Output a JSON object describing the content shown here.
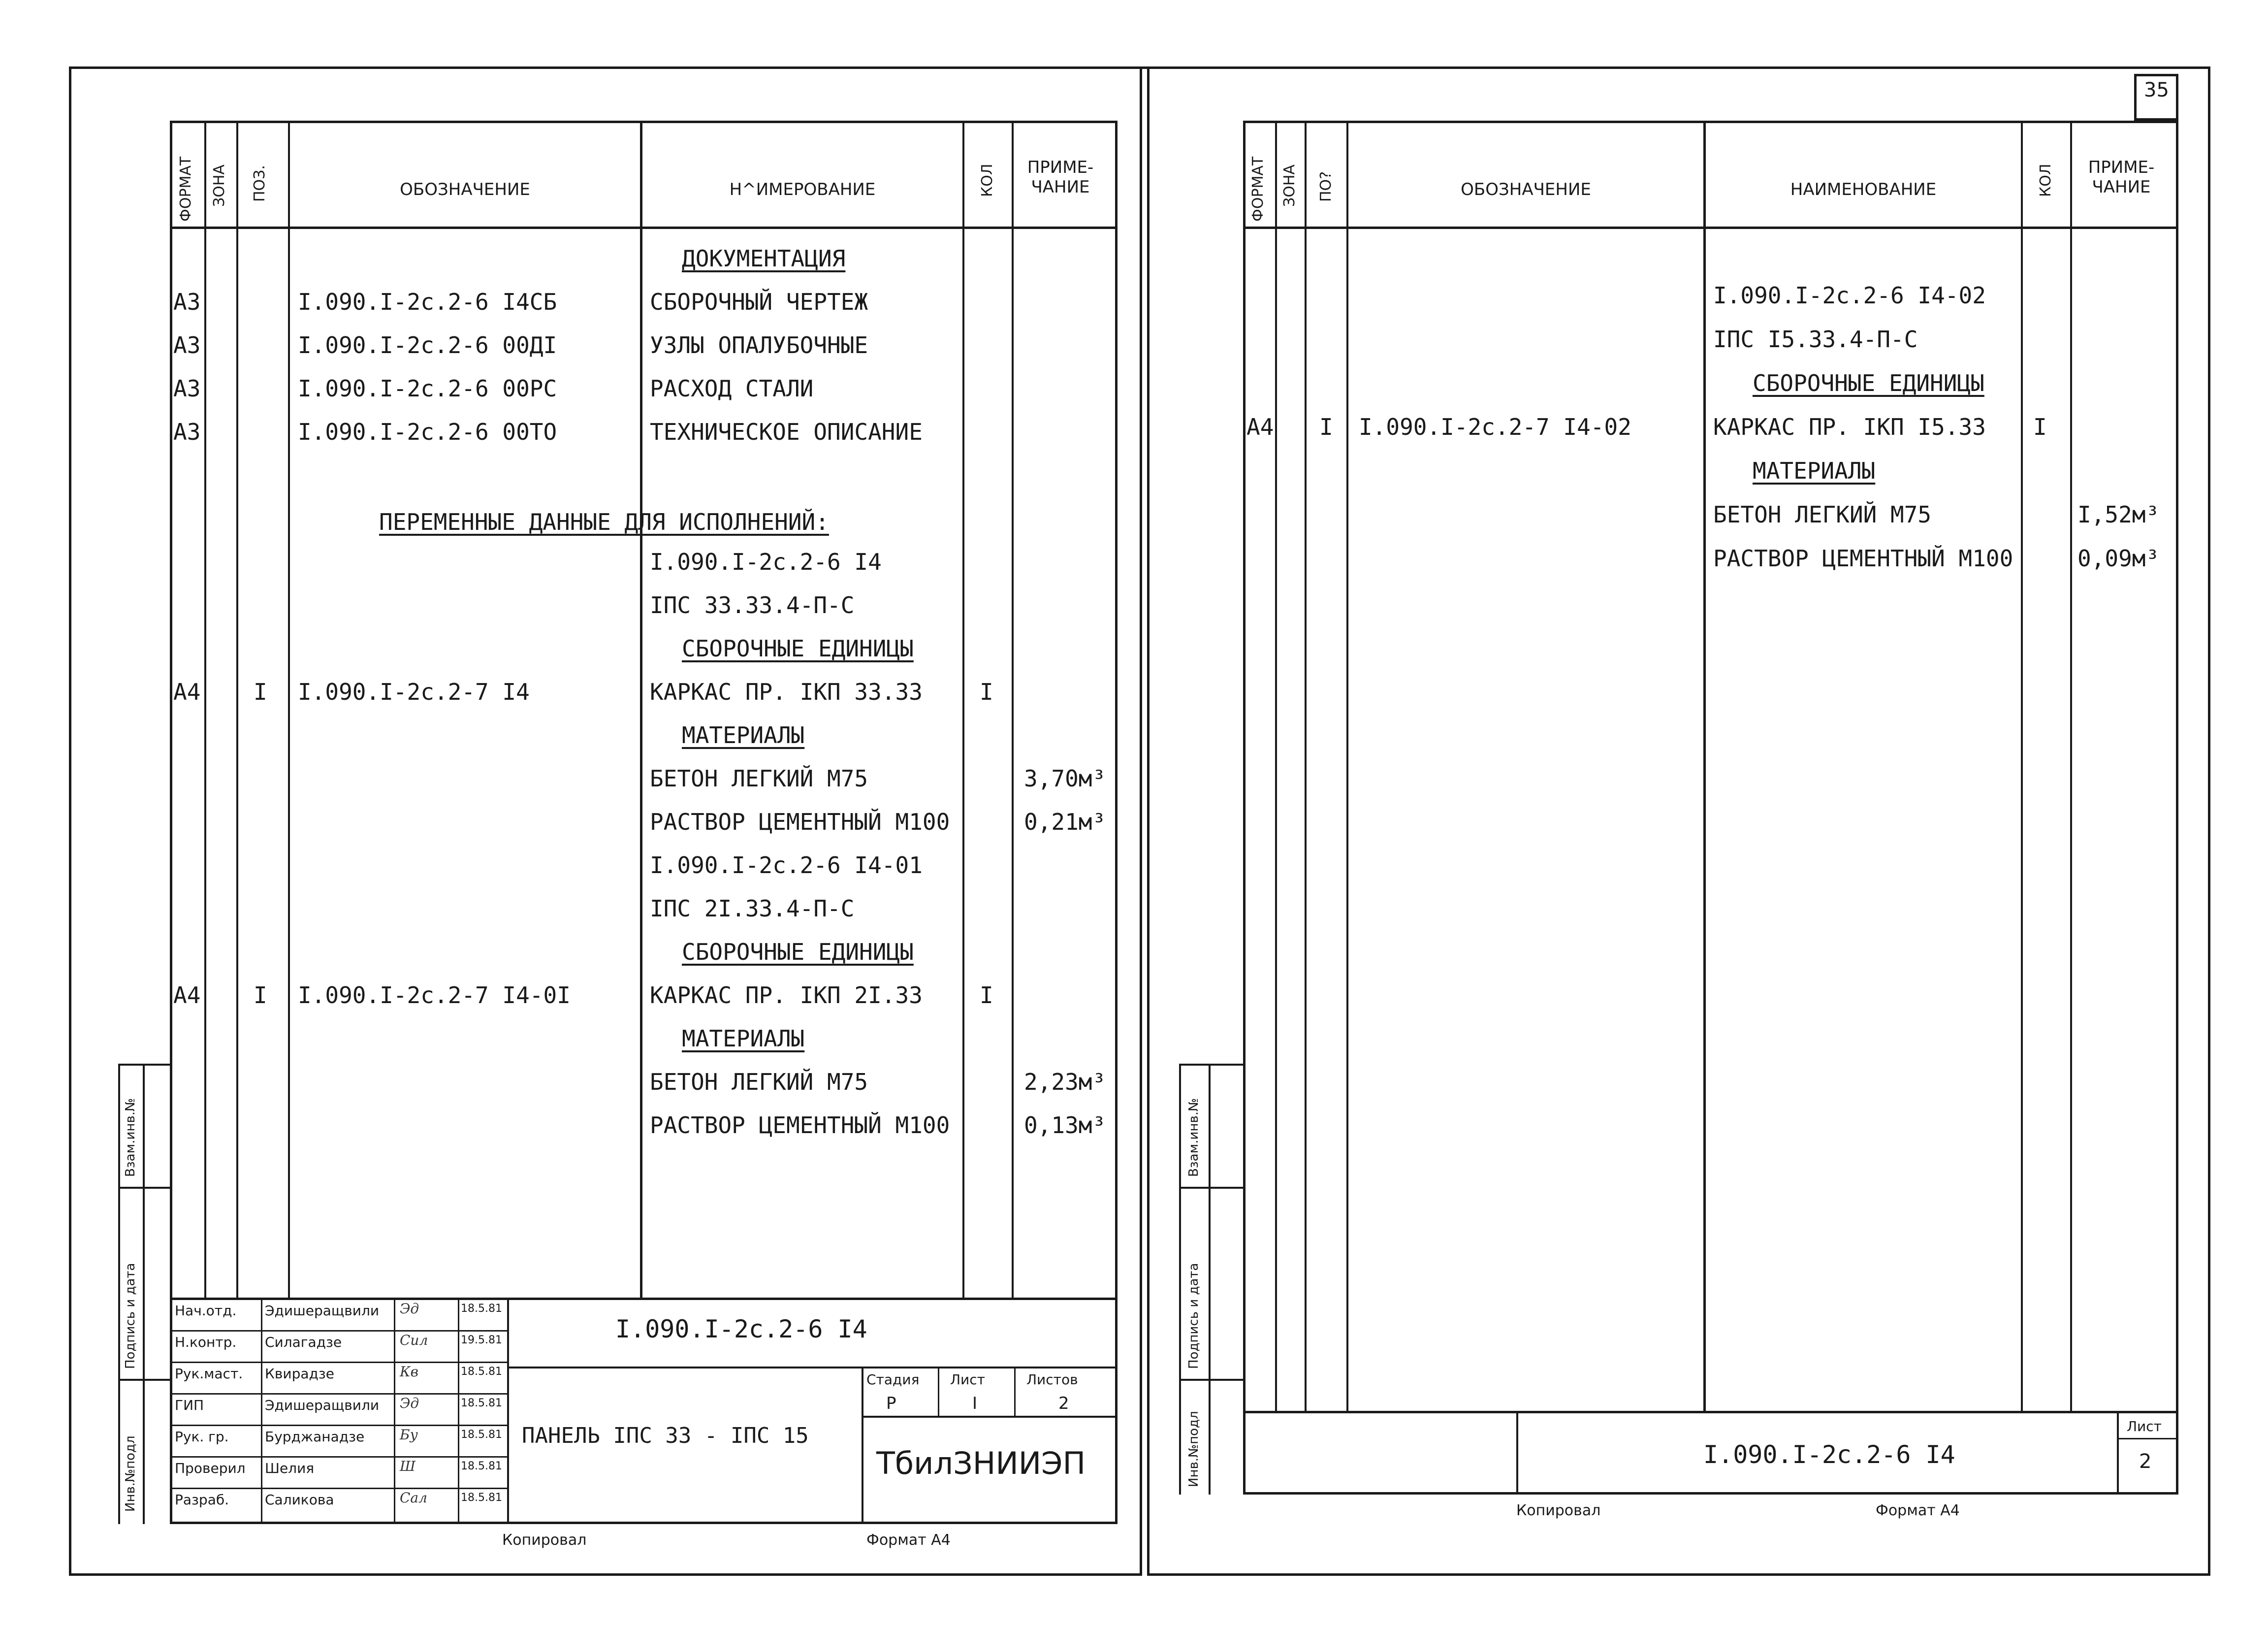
{
  "sheet_number_top": "35",
  "headers": {
    "format": "ФОРМАТ",
    "zone": "ЗОНА",
    "pos_left": "ПОЗ.",
    "pos_right": "ПО?",
    "designation": "ОБОЗНАЧЕНИЕ",
    "name_left": "Н^ИМЕРОВАНИЕ",
    "name_right": "НАИМЕНОВАНИЕ",
    "qty": "КОЛ",
    "note_left": "ПРИМЕ-ЧАНИЕ",
    "note_right": "ПРИМЕ-ЧАНИЕ"
  },
  "left_rows": [
    {
      "fmt": "",
      "pos": "",
      "des": "",
      "name": "ДОКУМЕНТАЦИЯ",
      "qty": "",
      "note": "",
      "u": true
    },
    {
      "fmt": "А3",
      "pos": "",
      "des": "I.090.I-2с.2-6 I4СБ",
      "name": "СБОРОЧНЫЙ ЧЕРТЕЖ",
      "qty": "",
      "note": "",
      "u": false
    },
    {
      "fmt": "А3",
      "pos": "",
      "des": "I.090.I-2с.2-6 00ДI",
      "name": "УЗЛЫ ОПАЛУБОЧНЫЕ",
      "qty": "",
      "note": "",
      "u": false
    },
    {
      "fmt": "А3",
      "pos": "",
      "des": "I.090.I-2с.2-6 00РС",
      "name": "РАСХОД СТАЛИ",
      "qty": "",
      "note": "",
      "u": false
    },
    {
      "fmt": "А3",
      "pos": "",
      "des": "I.090.I-2с.2-6 00ТО",
      "name": "ТЕХНИЧЕСКОЕ ОПИСАНИЕ",
      "qty": "",
      "note": "",
      "u": false
    },
    {
      "fmt": "",
      "pos": "",
      "des": "",
      "name": "",
      "qty": "",
      "note": "",
      "u": false
    },
    {
      "fmt": "",
      "pos": "",
      "des": "",
      "name": "",
      "qty": "",
      "note": "",
      "u": false
    },
    {
      "fmt": "",
      "pos": "",
      "des": "",
      "name": "I.090.I-2с.2-6 I4",
      "qty": "",
      "note": "",
      "u": false
    },
    {
      "fmt": "",
      "pos": "",
      "des": "",
      "name": "IПС 33.33.4-П-С",
      "qty": "",
      "note": "",
      "u": false
    },
    {
      "fmt": "",
      "pos": "",
      "des": "",
      "name": "СБОРОЧНЫЕ ЕДИНИЦЫ",
      "qty": "",
      "note": "",
      "u": true
    },
    {
      "fmt": "А4",
      "pos": "I",
      "des": "I.090.I-2с.2-7 I4",
      "name": "КАРКАС ПР. IКП 33.33",
      "qty": "I",
      "note": "",
      "u": false
    },
    {
      "fmt": "",
      "pos": "",
      "des": "",
      "name": "МАТЕРИАЛЫ",
      "qty": "",
      "note": "",
      "u": true
    },
    {
      "fmt": "",
      "pos": "",
      "des": "",
      "name": "БЕТОН ЛЕГКИЙ М75",
      "qty": "",
      "note": "3,70м³",
      "u": false
    },
    {
      "fmt": "",
      "pos": "",
      "des": "",
      "name": "РАСТВОР ЦЕМЕНТНЫЙ М100",
      "qty": "",
      "note": "0,21м³",
      "u": false
    },
    {
      "fmt": "",
      "pos": "",
      "des": "",
      "name": "I.090.I-2с.2-6 I4-01",
      "qty": "",
      "note": "",
      "u": false
    },
    {
      "fmt": "",
      "pos": "",
      "des": "",
      "name": "IПС 2I.33.4-П-С",
      "qty": "",
      "note": "",
      "u": false
    },
    {
      "fmt": "",
      "pos": "",
      "des": "",
      "name": "СБОРОЧНЫЕ ЕДИНИЦЫ",
      "qty": "",
      "note": "",
      "u": true
    },
    {
      "fmt": "А4",
      "pos": "I",
      "des": "I.090.I-2с.2-7 I4-0I",
      "name": "КАРКАС ПР. IКП 2I.33",
      "qty": "I",
      "note": "",
      "u": false
    },
    {
      "fmt": "",
      "pos": "",
      "des": "",
      "name": "МАТЕРИАЛЫ",
      "qty": "",
      "note": "",
      "u": true
    },
    {
      "fmt": "",
      "pos": "",
      "des": "",
      "name": "БЕТОН ЛЕГКИЙ М75",
      "qty": "",
      "note": "2,23м³",
      "u": false
    },
    {
      "fmt": "",
      "pos": "",
      "des": "",
      "name": "РАСТВОР ЦЕМЕНТНЫЙ М100",
      "qty": "",
      "note": "0,13м³",
      "u": false
    }
  ],
  "variable_data_title": "ПЕРЕМЕННЫЕ ДАННЫЕ ДЛЯ ИСПОЛНЕНИЙ:",
  "right_rows": [
    {
      "fmt": "",
      "pos": "",
      "des": "",
      "name": "I.090.I-2с.2-6 I4-02",
      "qty": "",
      "note": "",
      "u": false
    },
    {
      "fmt": "",
      "pos": "",
      "des": "",
      "name": "IПС I5.33.4-П-С",
      "qty": "",
      "note": "",
      "u": false
    },
    {
      "fmt": "",
      "pos": "",
      "des": "",
      "name": "СБОРОЧНЫЕ ЕДИНИЦЫ",
      "qty": "",
      "note": "",
      "u": true
    },
    {
      "fmt": "А4",
      "pos": "I",
      "des": "I.090.I-2с.2-7 I4-02",
      "name": "КАРКАС ПР. IКП I5.33",
      "qty": "I",
      "note": "",
      "u": false
    },
    {
      "fmt": "",
      "pos": "",
      "des": "",
      "name": "МАТЕРИАЛЫ",
      "qty": "",
      "note": "",
      "u": true
    },
    {
      "fmt": "",
      "pos": "",
      "des": "",
      "name": "БЕТОН ЛЕГКИЙ М75",
      "qty": "",
      "note": "I,52м³",
      "u": false
    },
    {
      "fmt": "",
      "pos": "",
      "des": "",
      "name": "РАСТВОР ЦЕМЕНТНЫЙ М100",
      "qty": "",
      "note": "0,09м³",
      "u": false
    }
  ],
  "title_block_left": {
    "code": "I.090.I-2с.2-6 I4",
    "product": "ПАНЕЛЬ IПС 33 - IПС 15",
    "org": "ТбилЗНИИЭП",
    "stage_label": "Стадия",
    "stage": "Р",
    "sheet_label": "Лист",
    "sheet": "I",
    "sheets_label": "Листов",
    "sheets": "2",
    "people": [
      {
        "role": "Нач.отд.",
        "name": "Эдишеращвили",
        "sign": "Эд",
        "date": "18.5.81"
      },
      {
        "role": "Н.контр.",
        "name": "Силагадзе",
        "sign": "Сил",
        "date": "19.5.81"
      },
      {
        "role": "Рук.маст.",
        "name": "Квирадзе",
        "sign": "Кв",
        "date": "18.5.81"
      },
      {
        "role": "ГИП",
        "name": "Эдишеращвили",
        "sign": "Эд",
        "date": "18.5.81"
      },
      {
        "role": "Рук. гр.",
        "name": "Бурджанадзе",
        "sign": "Бу",
        "date": "18.5.81"
      },
      {
        "role": "Проверил",
        "name": "Шелия",
        "sign": "Ш",
        "date": "18.5.81"
      },
      {
        "role": "Разраб.",
        "name": "Саликова",
        "sign": "Сал",
        "date": "18.5.81"
      }
    ]
  },
  "title_block_right": {
    "code": "I.090.I-2с.2-6 I4",
    "sheet_label": "Лист",
    "sheet": "2"
  },
  "side_labels": {
    "inv_sub": "Взам.инв.№",
    "sign_date": "Подпись и дата",
    "inv_orig": "Инв.№подл"
  },
  "footer": {
    "copied": "Копировал",
    "format": "Формат А4"
  }
}
